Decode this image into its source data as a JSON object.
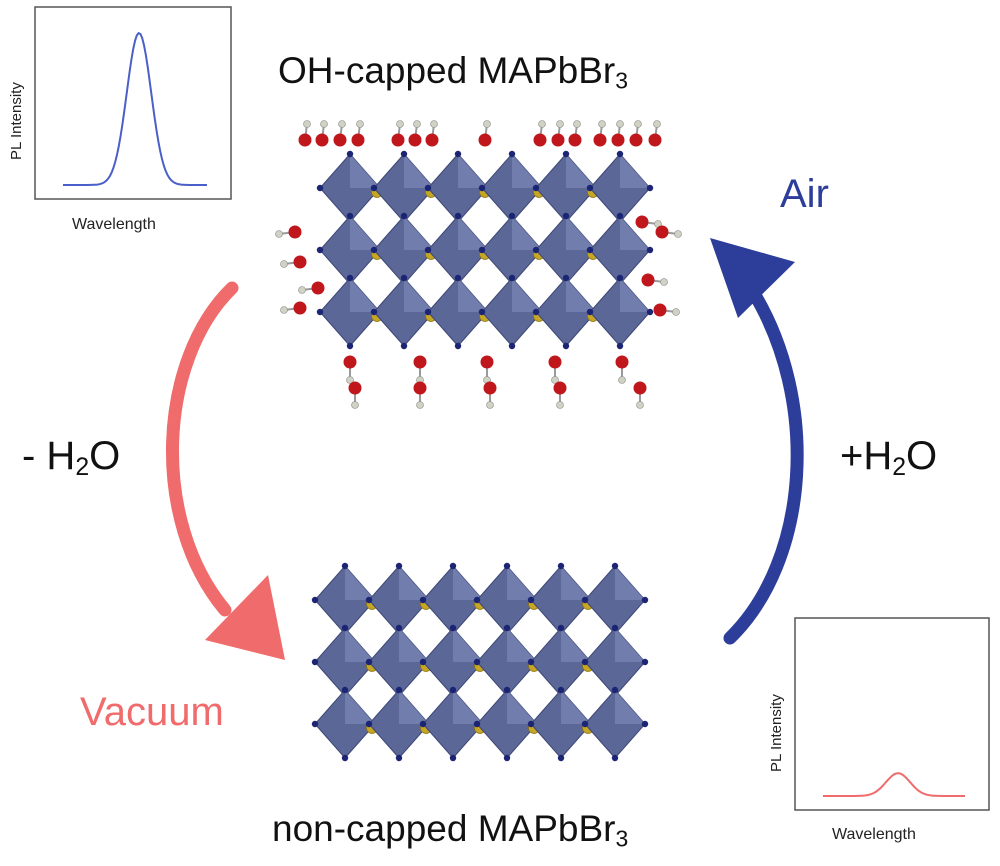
{
  "top_title": {
    "main": "OH-capped MAPbBr",
    "sub": "3"
  },
  "bottom_title": {
    "main": "non-capped MAPbBr",
    "sub": "3"
  },
  "left_label": {
    "pre": "- H",
    "sub": "2",
    "post": "O"
  },
  "right_label": {
    "pre": "+H",
    "sub": "2",
    "post": "O"
  },
  "conditions": {
    "vacuum": "Vacuum",
    "air": "Air"
  },
  "plots": [
    {
      "ylabel": "PL Intensity",
      "xlabel": "Wavelength",
      "curve_color": "#4a5fc8",
      "peak_relative_height": 1.0
    },
    {
      "ylabel": "PL Intensity",
      "xlabel": "Wavelength",
      "curve_color": "#f06b6b",
      "peak_relative_height": 0.15
    }
  ],
  "colors": {
    "vacuum_arrow": "#f06b6b",
    "air_arrow": "#2c3d9a",
    "octahedron": "#5a6797",
    "octahedron_light": "#7a87b6",
    "bromide": "#1c2574",
    "cation": "#c6a624",
    "oxygen": "#c0171c",
    "hydrogen": "#cfd3c4"
  }
}
